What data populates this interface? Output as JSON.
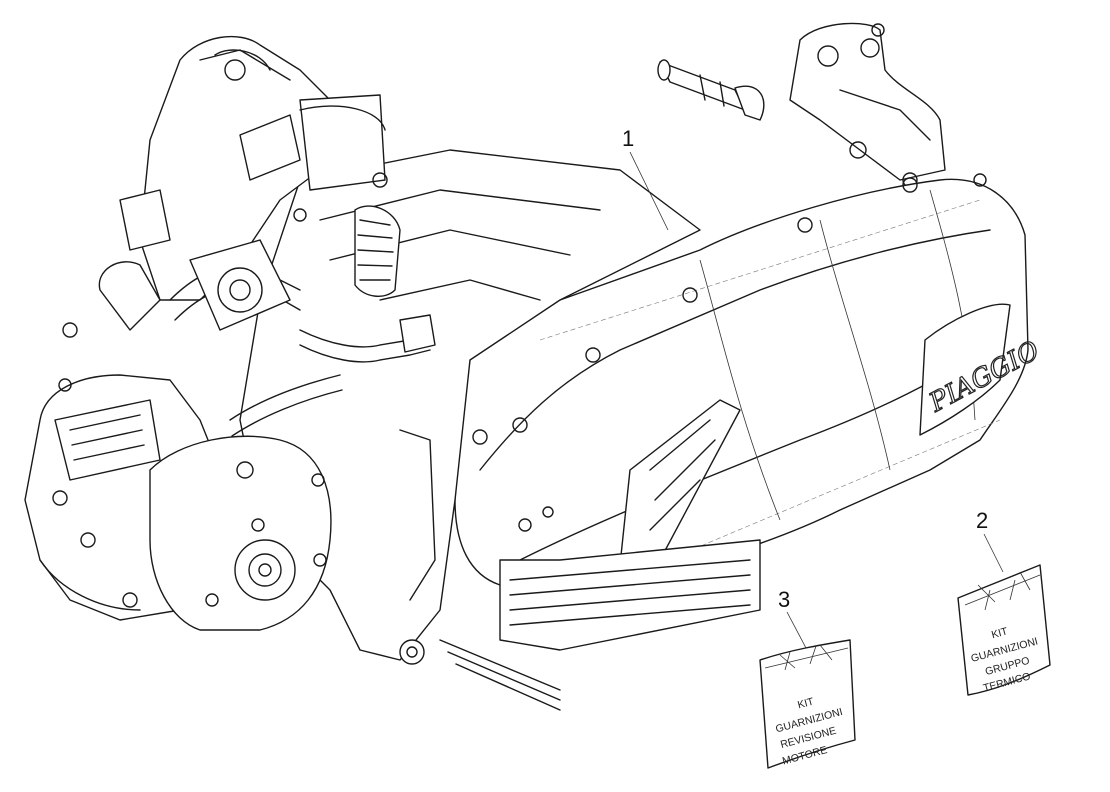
{
  "parts": [
    {
      "ref": "1"
    },
    {
      "ref": "2",
      "bag_lines": [
        "KIT",
        "GUARNIZIONI",
        "GRUPPO",
        "TERMICO"
      ]
    },
    {
      "ref": "3",
      "bag_lines": [
        "KIT",
        "GUARNIZIONI",
        "REVISIONE",
        "MOTORE"
      ]
    }
  ],
  "brand_logo": "PIAGGIO"
}
